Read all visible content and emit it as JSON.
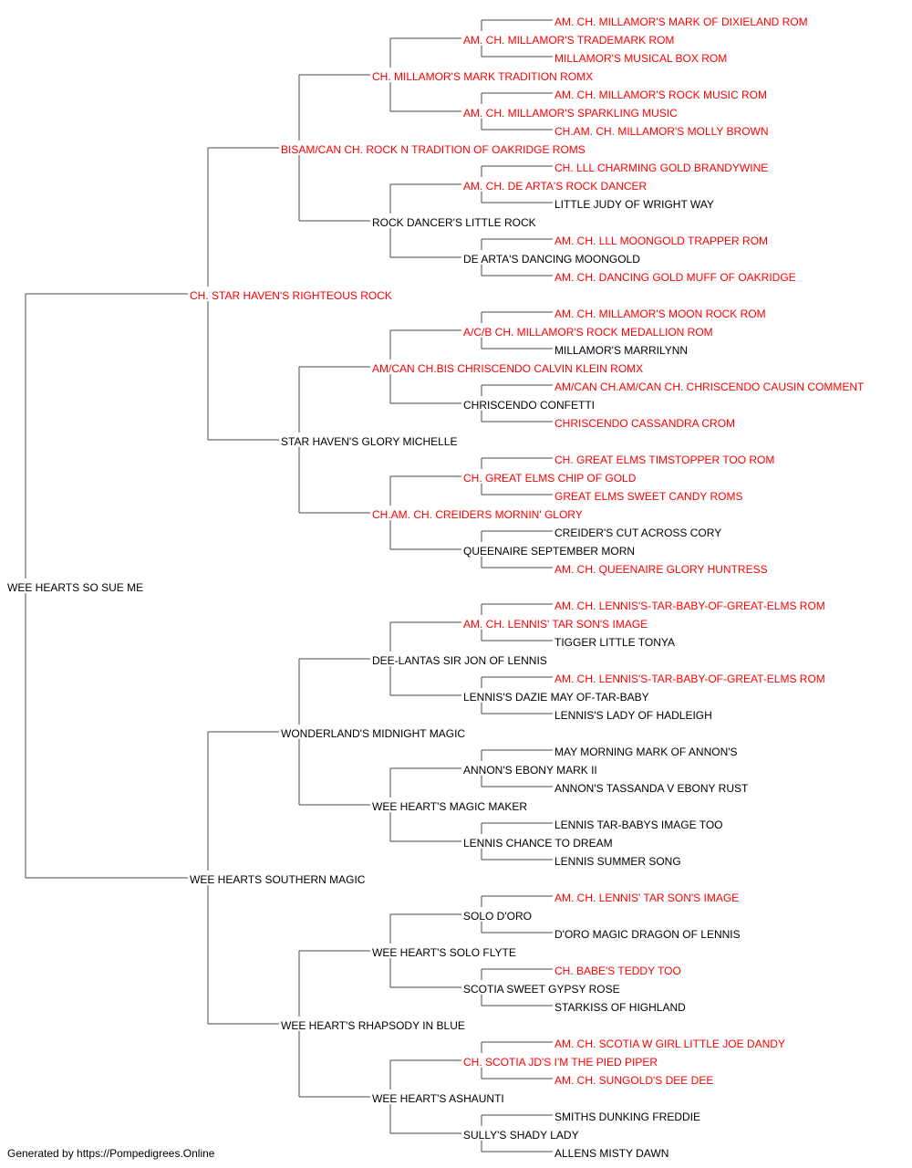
{
  "colors": {
    "champion": "#ff0000",
    "regular": "#000000",
    "line": "#4a4a4a"
  },
  "pedigree": {
    "name": "WEE HEARTS SO SUE ME",
    "champion": false,
    "sire": {
      "name": "CH. STAR HAVEN'S RIGHTEOUS ROCK",
      "champion": true,
      "sire": {
        "name": "BISAM/CAN CH. ROCK N TRADITION OF OAKRIDGE ROMS",
        "champion": true,
        "sire": {
          "name": "CH. MILLAMOR'S MARK TRADITION ROMX",
          "champion": true,
          "sire": {
            "name": "AM. CH. MILLAMOR'S TRADEMARK ROM",
            "champion": true,
            "sire": {
              "name": "AM. CH. MILLAMOR'S MARK OF DIXIELAND ROM",
              "champion": true
            },
            "dam": {
              "name": "MILLAMOR'S MUSICAL BOX ROM",
              "champion": true
            }
          },
          "dam": {
            "name": "AM. CH. MILLAMOR'S SPARKLING MUSIC",
            "champion": true,
            "sire": {
              "name": "AM. CH. MILLAMOR'S ROCK MUSIC ROM",
              "champion": true
            },
            "dam": {
              "name": "CH.AM. CH. MILLAMOR'S MOLLY BROWN",
              "champion": true
            }
          }
        },
        "dam": {
          "name": "ROCK DANCER'S LITTLE ROCK",
          "champion": false,
          "sire": {
            "name": "AM. CH. DE ARTA'S ROCK DANCER",
            "champion": true,
            "sire": {
              "name": "CH. LLL CHARMING GOLD BRANDYWINE",
              "champion": true
            },
            "dam": {
              "name": "LITTLE JUDY OF WRIGHT WAY",
              "champion": false
            }
          },
          "dam": {
            "name": "DE ARTA'S DANCING MOONGOLD",
            "champion": false,
            "sire": {
              "name": "AM. CH. LLL MOONGOLD TRAPPER ROM",
              "champion": true
            },
            "dam": {
              "name": "AM. CH. DANCING GOLD MUFF OF OAKRIDGE",
              "champion": true
            }
          }
        }
      },
      "dam": {
        "name": "STAR HAVEN'S GLORY MICHELLE",
        "champion": false,
        "sire": {
          "name": "AM/CAN CH.BIS CHRISCENDO CALVIN KLEIN ROMX",
          "champion": true,
          "sire": {
            "name": "A/C/B CH. MILLAMOR'S ROCK MEDALLION ROM",
            "champion": true,
            "sire": {
              "name": "AM. CH. MILLAMOR'S MOON ROCK ROM",
              "champion": true
            },
            "dam": {
              "name": "MILLAMOR'S MARRILYNN",
              "champion": false
            }
          },
          "dam": {
            "name": "CHRISCENDO CONFETTI",
            "champion": false,
            "sire": {
              "name": "AM/CAN CH.AM/CAN CH. CHRISCENDO CAUSIN COMMENT",
              "champion": true
            },
            "dam": {
              "name": "CHRISCENDO CASSANDRA CROM",
              "champion": true
            }
          }
        },
        "dam": {
          "name": "CH.AM. CH. CREIDERS MORNIN' GLORY",
          "champion": true,
          "sire": {
            "name": "CH. GREAT ELMS CHIP OF GOLD",
            "champion": true,
            "sire": {
              "name": "CH. GREAT ELMS TIMSTOPPER TOO ROM",
              "champion": true
            },
            "dam": {
              "name": "GREAT ELMS SWEET CANDY ROMS",
              "champion": true
            }
          },
          "dam": {
            "name": "QUEENAIRE SEPTEMBER MORN",
            "champion": false,
            "sire": {
              "name": "CREIDER'S CUT ACROSS CORY",
              "champion": false
            },
            "dam": {
              "name": "AM. CH. QUEENAIRE GLORY HUNTRESS",
              "champion": true
            }
          }
        }
      }
    },
    "dam": {
      "name": "WEE HEARTS SOUTHERN MAGIC",
      "champion": false,
      "sire": {
        "name": "WONDERLAND'S MIDNIGHT MAGIC",
        "champion": false,
        "sire": {
          "name": "DEE-LANTAS SIR JON OF LENNIS",
          "champion": false,
          "sire": {
            "name": "AM. CH. LENNIS' TAR SON'S IMAGE",
            "champion": true,
            "sire": {
              "name": "AM. CH. LENNIS'S-TAR-BABY-OF-GREAT-ELMS ROM",
              "champion": true
            },
            "dam": {
              "name": "TIGGER LITTLE TONYA",
              "champion": false
            }
          },
          "dam": {
            "name": "LENNIS'S DAZIE MAY OF-TAR-BABY",
            "champion": false,
            "sire": {
              "name": "AM. CH. LENNIS'S-TAR-BABY-OF-GREAT-ELMS ROM",
              "champion": true
            },
            "dam": {
              "name": "LENNIS'S LADY OF HADLEIGH",
              "champion": false
            }
          }
        },
        "dam": {
          "name": "WEE HEART'S MAGIC MAKER",
          "champion": false,
          "sire": {
            "name": "ANNON'S EBONY MARK II",
            "champion": false,
            "sire": {
              "name": "MAY MORNING MARK OF ANNON'S",
              "champion": false
            },
            "dam": {
              "name": "ANNON'S TASSANDA V EBONY RUST",
              "champion": false
            }
          },
          "dam": {
            "name": "LENNIS CHANCE TO DREAM",
            "champion": false,
            "sire": {
              "name": "LENNIS TAR-BABYS IMAGE TOO",
              "champion": false
            },
            "dam": {
              "name": "LENNIS SUMMER SONG",
              "champion": false
            }
          }
        }
      },
      "dam": {
        "name": "WEE HEART'S RHAPSODY IN BLUE",
        "champion": false,
        "sire": {
          "name": "WEE HEART'S SOLO FLYTE",
          "champion": false,
          "sire": {
            "name": "SOLO D'ORO",
            "champion": false,
            "sire": {
              "name": "AM. CH. LENNIS' TAR SON'S IMAGE",
              "champion": true
            },
            "dam": {
              "name": "D'ORO MAGIC DRAGON OF LENNIS",
              "champion": false
            }
          },
          "dam": {
            "name": "SCOTIA SWEET GYPSY ROSE",
            "champion": false,
            "sire": {
              "name": "CH. BABE'S TEDDY TOO",
              "champion": true
            },
            "dam": {
              "name": "STARKISS OF HIGHLAND",
              "champion": false
            }
          }
        },
        "dam": {
          "name": "WEE HEART'S ASHAUNTI",
          "champion": false,
          "sire": {
            "name": "CH. SCOTIA JD'S I'M THE PIED PIPER",
            "champion": true,
            "sire": {
              "name": "AM. CH. SCOTIA W GIRL LITTLE JOE DANDY",
              "champion": true
            },
            "dam": {
              "name": "AM. CH. SUNGOLD'S DEE DEE",
              "champion": true
            }
          },
          "dam": {
            "name": "SULLY'S SHADY LADY",
            "champion": false,
            "sire": {
              "name": "SMITHS DUNKING FREDDIE",
              "champion": false
            },
            "dam": {
              "name": "ALLENS MISTY DAWN",
              "champion": false
            }
          }
        }
      }
    }
  },
  "footer": {
    "text": "Generated by https://Pompedigrees.Online"
  }
}
